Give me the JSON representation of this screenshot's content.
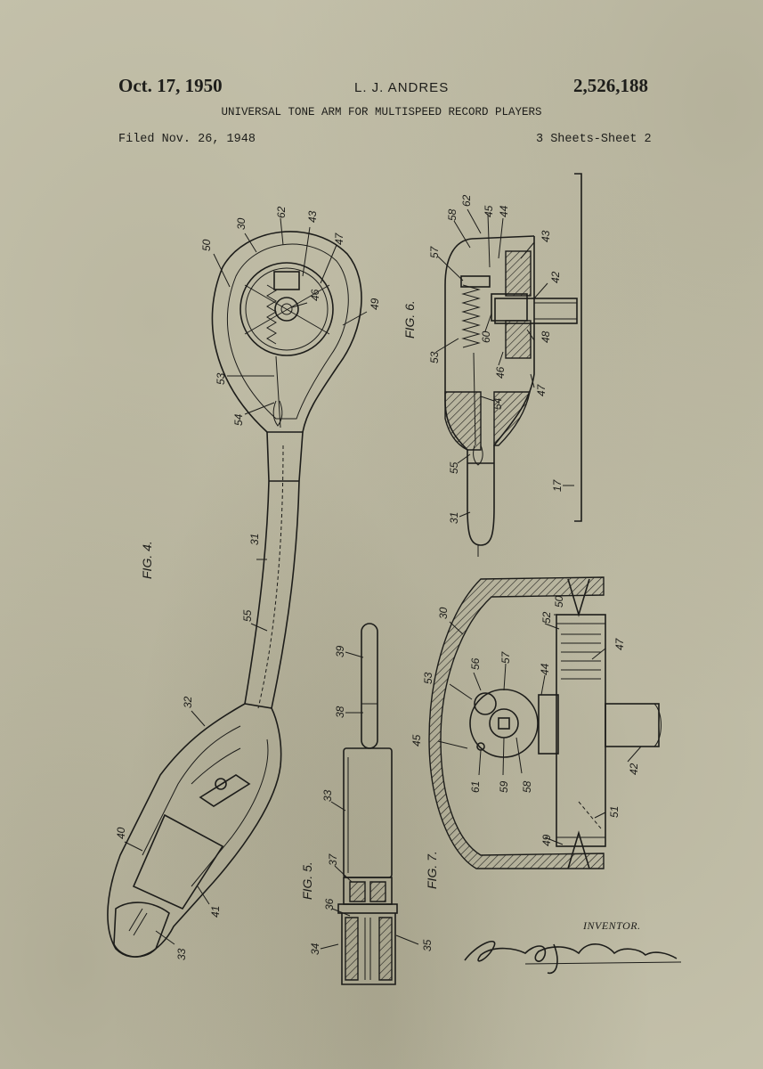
{
  "header": {
    "date": "Oct. 17, 1950",
    "inventor": "L. J. ANDRES",
    "patent_number": "2,526,188",
    "title": "UNIVERSAL TONE ARM FOR MULTISPEED RECORD PLAYERS",
    "filed": "Filed Nov. 26, 1948",
    "sheets": "3 Sheets-Sheet 2"
  },
  "figures": {
    "fig4": "FIG. 4.",
    "fig5": "FIG. 5.",
    "fig6": "FIG. 6.",
    "fig7": "FIG. 7."
  },
  "fig4_labels": [
    "50",
    "30",
    "62",
    "43",
    "47",
    "46",
    "49",
    "53",
    "54",
    "31",
    "55",
    "32",
    "40",
    "41",
    "33"
  ],
  "fig5_labels": [
    "39",
    "38",
    "33",
    "37",
    "36",
    "34",
    "35"
  ],
  "fig6_labels": [
    "62",
    "58",
    "45",
    "44",
    "43",
    "57",
    "42",
    "53",
    "60",
    "46",
    "48",
    "47",
    "54",
    "55",
    "31",
    "17"
  ],
  "fig7_labels": [
    "30",
    "50",
    "52",
    "47",
    "53",
    "56",
    "57",
    "44",
    "45",
    "42",
    "61",
    "59",
    "58",
    "51",
    "49"
  ],
  "footer": {
    "inventor_label": "INVENTOR.",
    "signature": "Lloyd J Andres"
  }
}
